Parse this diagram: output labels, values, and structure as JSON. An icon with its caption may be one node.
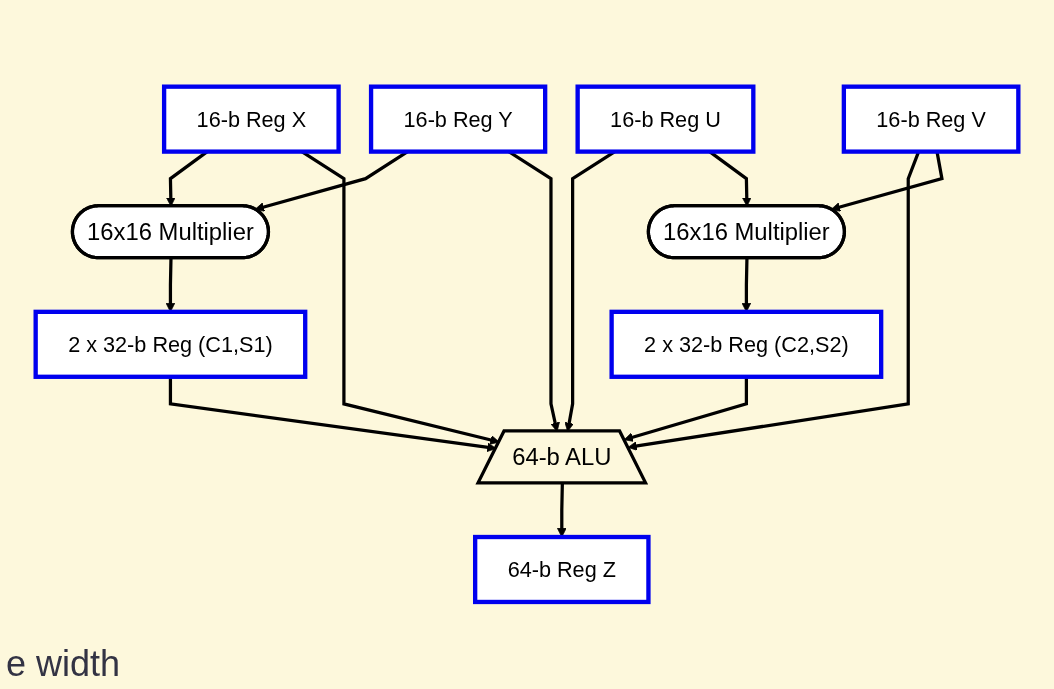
{
  "diagram": {
    "nodes": [
      {
        "text": [
          "16-b Reg X"
        ]
      },
      {
        "text": [
          "16-b Reg Y"
        ]
      },
      {
        "text": [
          "16-b Reg U"
        ]
      },
      {
        "text": [
          "16-b Reg V"
        ]
      },
      {
        "text": [
          "16x16 Multiplier"
        ]
      },
      {
        "text": [
          "16x16 Multiplier"
        ]
      },
      {
        "text": [
          "2 x 32-b Reg (C1,S1)"
        ]
      },
      {
        "text": [
          "2 x 32-b Reg (C2,S2)"
        ]
      },
      {
        "text": [
          "64-b ALU"
        ]
      },
      {
        "text": [
          "64-b Reg Z"
        ]
      }
    ],
    "edges": [
      {
        "from": 0,
        "to": 4,
        "arrow": "to"
      },
      {
        "from": 1,
        "to": 4,
        "arrow": "to"
      },
      {
        "from": 0,
        "to": 8,
        "arrow": "to"
      },
      {
        "from": 1,
        "to": 8,
        "arrow": "to"
      },
      {
        "from": 2,
        "to": 8,
        "arrow": "to"
      },
      {
        "from": 3,
        "to": 8,
        "arrow": "to"
      },
      {
        "from": 2,
        "to": 5,
        "arrow": "to"
      },
      {
        "from": 3,
        "to": 5,
        "arrow": "to"
      },
      {
        "from": 4,
        "to": 6,
        "arrow": "to"
      },
      {
        "from": 5,
        "to": 7,
        "arrow": "to"
      },
      {
        "from": 6,
        "to": 8,
        "arrow": "to"
      },
      {
        "from": 7,
        "to": 8,
        "arrow": "to"
      },
      {
        "from": 8,
        "to": 9,
        "arrow": "to"
      }
    ],
    "labels": [
      "e width"
    ]
  }
}
